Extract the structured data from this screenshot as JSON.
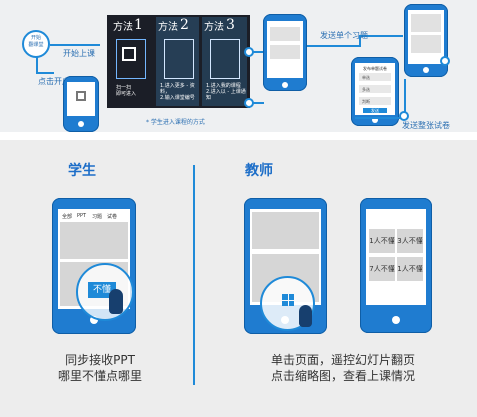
{
  "top": {
    "start_circle": [
      "开始",
      "翻课堂"
    ],
    "start_class": "开始上课",
    "click_open": "点击开启",
    "hint": "* 学生进入课程的方式",
    "method1": {
      "label": "方法",
      "number": "1",
      "caption": "扫一扫\n即可进入"
    },
    "method2": {
      "label": "方法",
      "number": "2",
      "caption": "1.进入更多 - 资料，\n2.输入课堂编号"
    },
    "method3": {
      "label": "方法",
      "number": "3",
      "caption": "1.进入我的课程\n2.进入以 - 上课通知"
    },
    "send_single": "发送单个习题",
    "send_whole": "发送整张试卷",
    "test_title": "发布单题试卷",
    "test_items": [
      "单选",
      "多选",
      "判断"
    ],
    "test_button": "发送"
  },
  "student": {
    "heading": "学生",
    "tabs": [
      "全部",
      "PPT",
      "习题",
      "试卷"
    ],
    "button": "不懂",
    "caption": [
      "同步接收PPT",
      "哪里不懂点哪里"
    ]
  },
  "teacher": {
    "heading": "教师",
    "cells": [
      "1人不懂",
      "3人不懂",
      "7人不懂",
      "1人不懂"
    ],
    "caption": [
      "单击页面，遥控幻灯片翻页",
      "点击缩略图，查看上课情况"
    ]
  },
  "colors": {
    "accent": "#1f8ad8",
    "phone": "#1f7cd0",
    "panel": "#1b1e27",
    "text": "#333333"
  }
}
